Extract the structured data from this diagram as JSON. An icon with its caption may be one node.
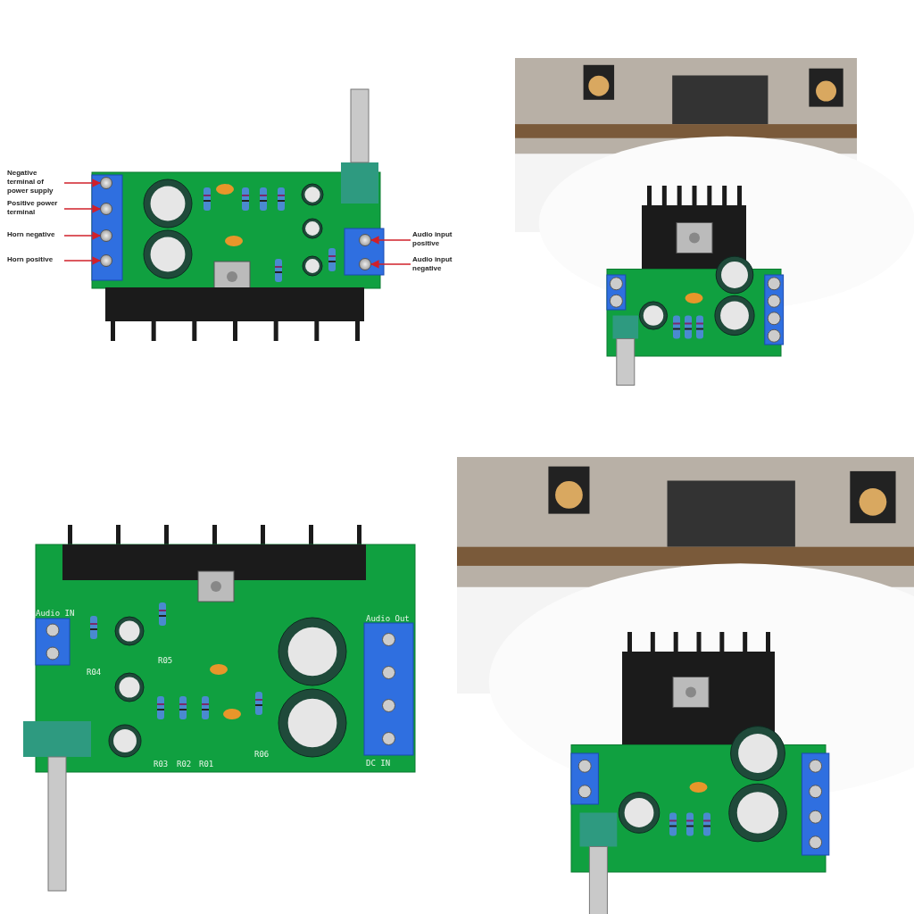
{
  "diagram": {
    "nodes": [
      {
        "text": [
          "Negative terminal of power supply"
        ]
      },
      {
        "text": [
          "Positive power terminal"
        ]
      },
      {
        "text": [
          "Horn negative"
        ]
      },
      {
        "text": [
          "Horn positive"
        ]
      },
      {
        "text": [
          "Audio input positive"
        ]
      },
      {
        "text": [
          "Audio input negative"
        ]
      },
      {
        "text": [],
        "shape": "circle"
      },
      {
        "text": [],
        "shape": "circle"
      },
      {
        "text": [],
        "shape": "circle"
      },
      {
        "text": [],
        "shape": "circle"
      },
      {
        "text": [],
        "shape": "circle"
      },
      {
        "text": [],
        "shape": "circle"
      }
    ],
    "edges": [
      {
        "from": 0,
        "to": 6,
        "arrow": "to"
      },
      {
        "from": 1,
        "to": 7,
        "arrow": "to"
      },
      {
        "from": 2,
        "to": 8,
        "arrow": "to"
      },
      {
        "from": 3,
        "to": 9,
        "arrow": "to"
      },
      {
        "from": 4,
        "to": 10,
        "arrow": "to"
      },
      {
        "from": 5,
        "to": 11,
        "arrow": "to"
      }
    ],
    "labels": [
      "Audio IN",
      "Audio Out",
      "R05",
      "R04",
      "R06",
      "R03",
      "R02",
      "R01",
      "DC IN"
    ]
  }
}
